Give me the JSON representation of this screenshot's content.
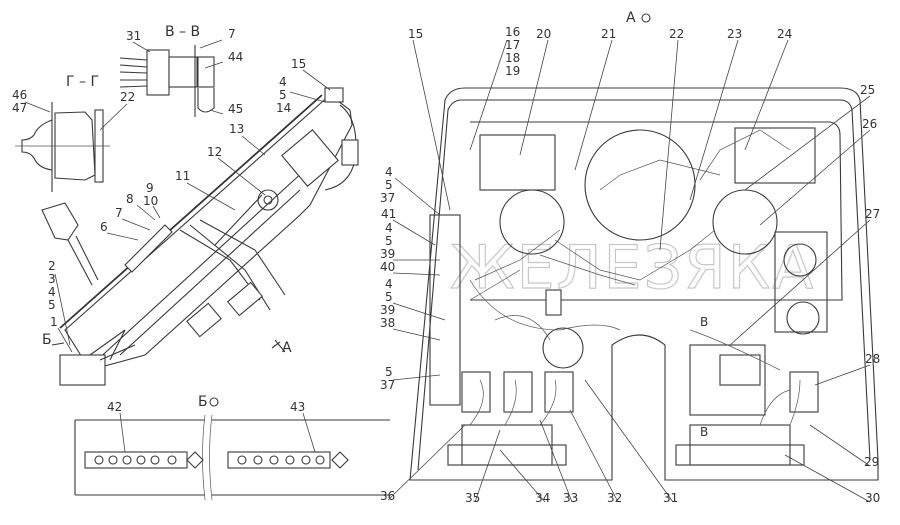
{
  "section_titles": {
    "section_v": "В – В",
    "section_g": "Г – Г",
    "view_a": "А",
    "view_a_rotated": "А",
    "view_b": "Б",
    "view_b_rotated": "Б",
    "cut_v_top": "В",
    "cut_v_bottom": "В"
  },
  "watermark": "ЖЕЛЕЗЯКА",
  "callouts_side": [
    "31",
    "7",
    "44",
    "45",
    "15",
    "4",
    "5",
    "14",
    "13",
    "12",
    "11",
    "9",
    "10",
    "8",
    "7",
    "6",
    "2",
    "3",
    "4",
    "5",
    "1",
    "46",
    "47",
    "22"
  ],
  "callouts_front": [
    "15",
    "16",
    "17",
    "18",
    "19",
    "20",
    "21",
    "22",
    "23",
    "24",
    "25",
    "26",
    "27",
    "28",
    "29",
    "30",
    "31",
    "32",
    "33",
    "34",
    "35",
    "36",
    "4",
    "5",
    "37",
    "41",
    "4",
    "5",
    "39",
    "40",
    "4",
    "5",
    "39",
    "38",
    "5",
    "37"
  ],
  "callouts_bottom": [
    "42",
    "43"
  ]
}
